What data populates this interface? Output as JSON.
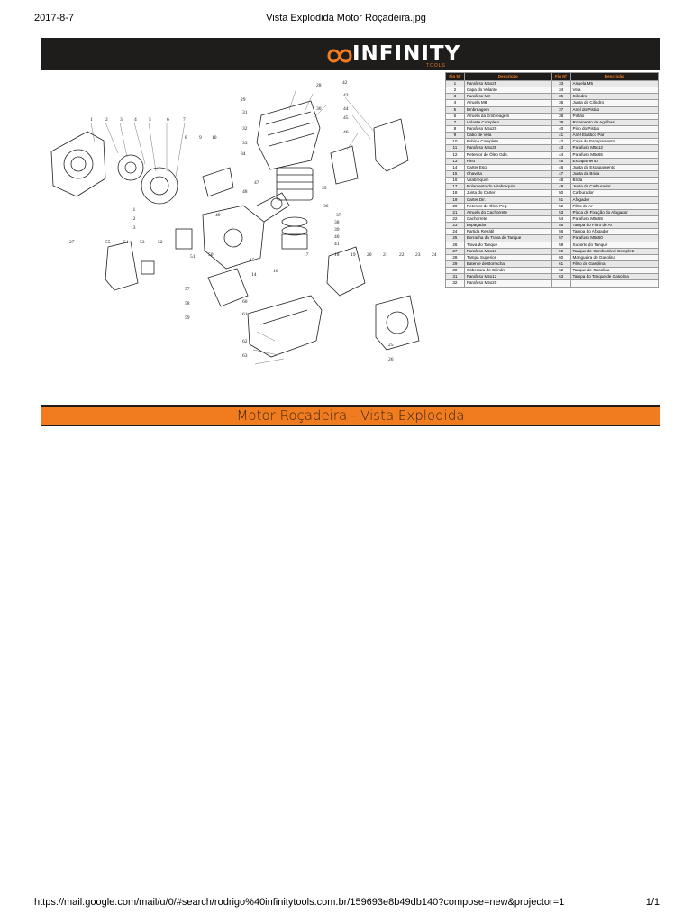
{
  "print_header": {
    "date": "2017-8-7",
    "title": "Vista Explodida Motor Roçadeira.jpg"
  },
  "print_footer": {
    "url": "https://mail.google.com/mail/u/0/#search/rodrigo%40infinitytools.com.br/159693e8b49db140?compose=new&projector=1",
    "pages": "1/1"
  },
  "brand": {
    "name": "INFINITY",
    "subtitle": "TOOLS",
    "accent": "#f07c1f",
    "dark": "#1f1d1c"
  },
  "table": {
    "headers": [
      "Fig Nº",
      "Descrição",
      "Fig Nº",
      "Descrição"
    ],
    "rows": [
      [
        "1",
        "Parafuso M5x25",
        "33",
        "Arruela M5"
      ],
      [
        "2",
        "Capa do Volante",
        "34",
        "Vela"
      ],
      [
        "3",
        "Parafuso M8",
        "35",
        "Cilindro"
      ],
      [
        "4",
        "Arruela M8",
        "36",
        "Junta do Cilindro"
      ],
      [
        "5",
        "Embreagem",
        "37",
        "Anel do Pistão"
      ],
      [
        "6",
        "Arruela da Embreagem",
        "38",
        "Pistão"
      ],
      [
        "7",
        "Volante Completo",
        "39",
        "Rolamento de Agulhas"
      ],
      [
        "8",
        "Parafuso M5x20",
        "40",
        "Pino do Pistão"
      ],
      [
        "9",
        "Cabo de Vela",
        "41",
        "Anel Elastico Par"
      ],
      [
        "10",
        "Bobina Completa",
        "42",
        "Capa do Escapamento"
      ],
      [
        "11",
        "Parafuso M5x35",
        "43",
        "Parafuso M5x12"
      ],
      [
        "12",
        "Retentor de Óleo Gde.",
        "44",
        "Parafuso M5x65"
      ],
      [
        "13",
        "Pino",
        "45",
        "Escapamento"
      ],
      [
        "14",
        "Carter Esq.",
        "46",
        "Junta do Escapamento"
      ],
      [
        "15",
        "Chaveta",
        "47",
        "Junta da Brida"
      ],
      [
        "16",
        "Virabrequim",
        "48",
        "Brida"
      ],
      [
        "17",
        "Rolamento do Virabrequim",
        "49",
        "Junta do Carburador"
      ],
      [
        "18",
        "Junta do Carter",
        "50",
        "Carburador"
      ],
      [
        "19",
        "Carter Dir.",
        "51",
        "Afogador"
      ],
      [
        "20",
        "Retentor de Óleo Peq.",
        "52",
        "Filtro de Ar"
      ],
      [
        "21",
        "Arruela do Cachorrete",
        "53",
        "Placa de Fixação do Afogador"
      ],
      [
        "22",
        "Cachorrete",
        "54",
        "Parafuso M5x55"
      ],
      [
        "23",
        "Espaçador",
        "55",
        "Tampa do Filtro de Ar"
      ],
      [
        "24",
        "Partida Retrátil",
        "56",
        "Tampa do Afogador"
      ],
      [
        "25",
        "Borracha da Trava do Tanque",
        "57",
        "Parafuso M5x50"
      ],
      [
        "26",
        "Trava do Tanque",
        "58",
        "Suporte do Tanque"
      ],
      [
        "27",
        "Parafuso M5x16",
        "59",
        "Tanque de Combustivel Completo"
      ],
      [
        "28",
        "Tampa Superior",
        "60",
        "Mangueira de Gasolina"
      ],
      [
        "29",
        "Batente de Borracha",
        "61",
        "Filtro de Gasolina"
      ],
      [
        "30",
        "Cobertura do Cilindro",
        "62",
        "Tanque de Gasolina"
      ],
      [
        "31",
        "Parafuso M5x12",
        "63",
        "Tampa do Tanque de Gasolina"
      ],
      [
        "32",
        "Parafuso M5x20",
        "",
        ""
      ]
    ]
  },
  "diagram_labels": [
    "1",
    "2",
    "3",
    "4",
    "5",
    "6",
    "7",
    "8",
    "9",
    "10",
    "11",
    "12",
    "13",
    "14",
    "15",
    "16",
    "17",
    "18",
    "19",
    "20",
    "21",
    "22",
    "23",
    "24",
    "25",
    "26",
    "27",
    "28",
    "29",
    "30",
    "31",
    "32",
    "33",
    "34",
    "35",
    "36",
    "37",
    "38",
    "39",
    "40",
    "41",
    "42",
    "43",
    "44",
    "45",
    "46",
    "47",
    "48",
    "49",
    "50",
    "51",
    "52",
    "53",
    "54",
    "55",
    "56",
    "57",
    "58",
    "59",
    "60",
    "61",
    "62",
    "63"
  ],
  "caption": "Motor Roçadeira - Vista Explodida"
}
